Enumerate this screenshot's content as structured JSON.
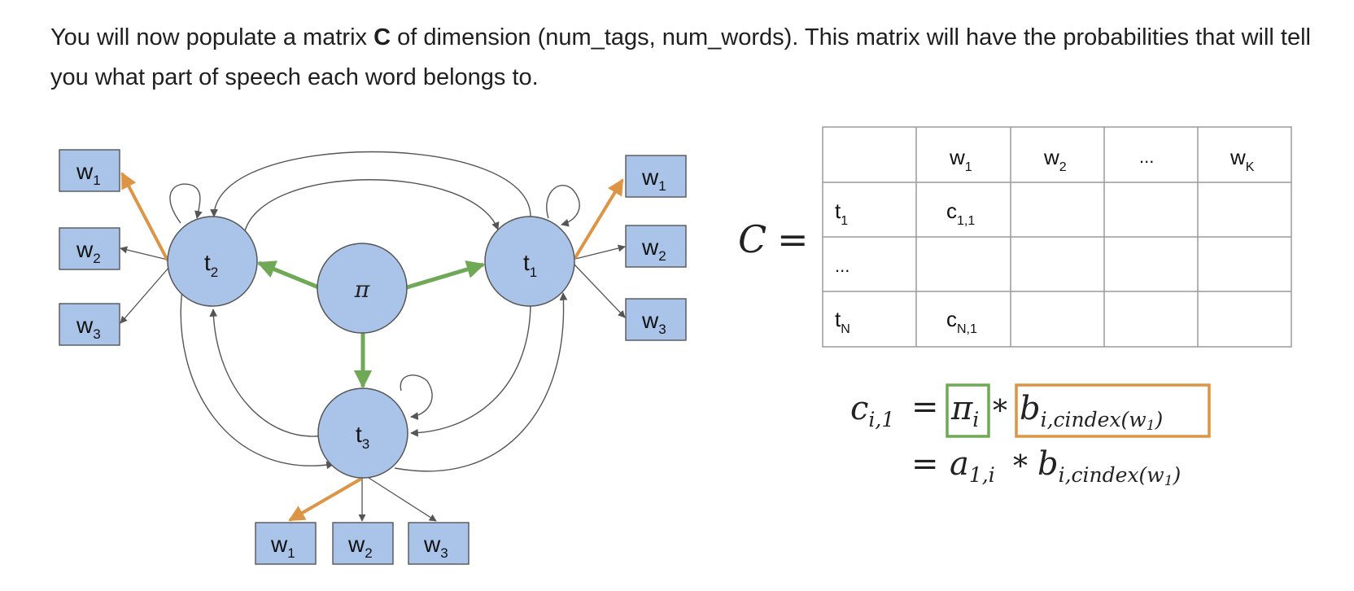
{
  "text": {
    "pre": "You will now populate a matrix ",
    "bold": "C",
    "post": " of dimension (num_tags, num_words). This matrix will have the probabilities that will tell you what part of speech each word belongs to."
  },
  "diagram": {
    "pi": "π",
    "tags": {
      "t1": {
        "base": "t",
        "sub": "1"
      },
      "t2": {
        "base": "t",
        "sub": "2"
      },
      "t3": {
        "base": "t",
        "sub": "3"
      }
    },
    "words": {
      "w1": {
        "base": "w",
        "sub": "1"
      },
      "w2": {
        "base": "w",
        "sub": "2"
      },
      "w3": {
        "base": "w",
        "sub": "3"
      }
    },
    "colors": {
      "node_fill": "#a9c4e8",
      "node_stroke": "#555555",
      "green": "#6fa956",
      "orange": "#dd9444",
      "gray": "#555555"
    }
  },
  "matrix": {
    "symbol": "C",
    "equals": "=",
    "header": [
      "",
      "w_1",
      "w_2",
      "...",
      "w_K"
    ],
    "rows": [
      [
        "t_1",
        "c_1,1",
        "",
        "",
        ""
      ],
      [
        "...",
        "",
        "",
        "",
        ""
      ],
      [
        "t_N",
        "c_N,1",
        "",
        "",
        ""
      ]
    ]
  },
  "equation": {
    "line1_lhs": "c_{i,1}",
    "eq": "=",
    "pi_term": "π_i",
    "times": "*",
    "b_term": "b_{i,cindex(w_1)}",
    "line2_a": "a_{1,i}",
    "line2_b": "b_{i,cindex(w_1)}"
  }
}
